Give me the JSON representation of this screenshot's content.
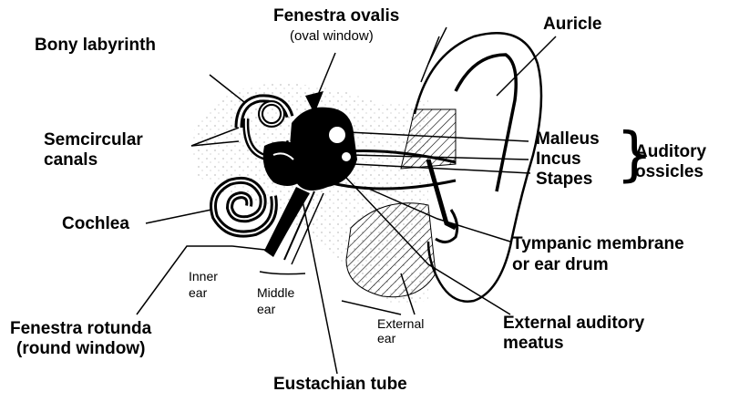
{
  "labels": {
    "bony_labyrinth": "Bony labyrinth",
    "fenestra_ovalis": "Fenestra ovalis",
    "oval_window": "(oval window)",
    "auricle": "Auricle",
    "semicircular_1": "Semcircular",
    "semicircular_2": "canals",
    "malleus": "Malleus",
    "incus": "Incus",
    "stapes": "Stapes",
    "auditory_1": "Auditory",
    "auditory_2": "ossicles",
    "cochlea": "Cochlea",
    "tympanic_1": "Tympanic membrane",
    "tympanic_2": "or ear drum",
    "inner_1": "Inner",
    "inner_2": "ear",
    "middle_1": "Middle",
    "middle_2": "ear",
    "external_1": "External",
    "external_2": "ear",
    "rotunda_1": "Fenestra rotunda",
    "rotunda_2": "(round window)",
    "meatus_1": "External auditory",
    "meatus_2": "meatus",
    "eustachian": "Eustachian tube"
  },
  "colors": {
    "ink": "#000000",
    "background": "#ffffff"
  }
}
